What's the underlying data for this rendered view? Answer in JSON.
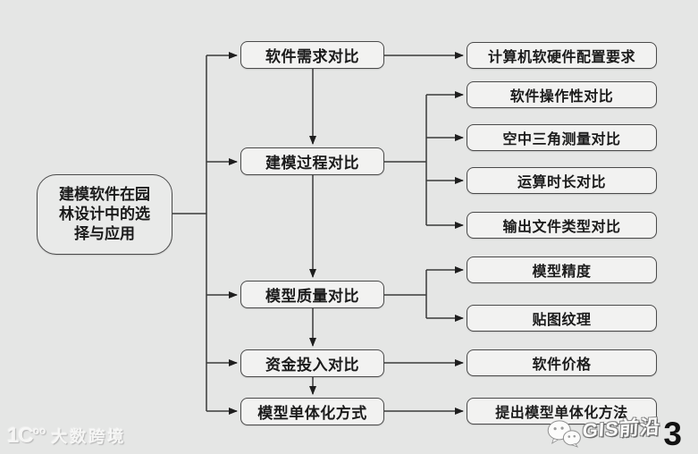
{
  "colors": {
    "background": "#e5e6e5",
    "box_fill": "#f2f2f1",
    "box_border": "#4a4a4a",
    "connector": "#3a3a3a",
    "text": "#1b1b1b",
    "watermark_text": "#fafaf8",
    "page_number_color": "#121212"
  },
  "diagram": {
    "root": {
      "label": "建模软件在园林设计中的选择与应用",
      "lines": [
        "建模软件在园",
        "林设计中的选",
        "择与应用"
      ]
    },
    "branches": [
      {
        "label": "软件需求对比",
        "children": [
          "计算机软硬件配置要求"
        ]
      },
      {
        "label": "建模过程对比",
        "children": [
          "软件操作性对比",
          "空中三角测量对比",
          "运算时长对比",
          "输出文件类型对比"
        ]
      },
      {
        "label": "模型质量对比",
        "children": [
          "模型精度",
          "贴图纹理"
        ]
      },
      {
        "label": "资金投入对比",
        "children": [
          "软件价格"
        ]
      },
      {
        "label": "模型单体化方式",
        "children": [
          "提出模型单体化方法"
        ]
      }
    ]
  },
  "watermark": {
    "logo_glyph": "1C",
    "logo_sup": "oo",
    "brand": "大数跨境"
  },
  "footer": {
    "icon": "wechat-icon",
    "brand": "GIS前沿",
    "page_number": "3"
  }
}
